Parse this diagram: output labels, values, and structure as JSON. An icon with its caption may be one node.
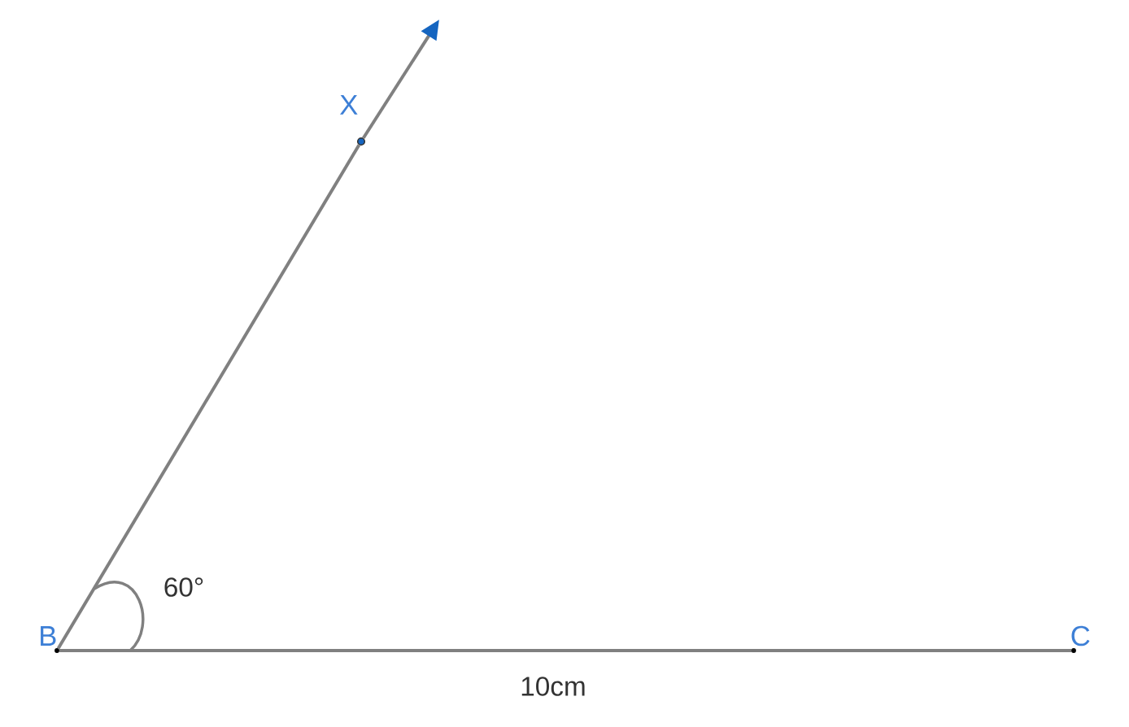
{
  "diagram": {
    "nodes": [
      {
        "text": [],
        "shape": "circle",
        "beside": [
          "B"
        ]
      },
      {
        "text": [],
        "shape": "circle",
        "beside": [
          "C"
        ]
      },
      {
        "text": [],
        "shape": "circle",
        "beside": [
          "X"
        ]
      }
    ],
    "edges": [
      {
        "from": 0,
        "to": 1,
        "arrow": "none",
        "label": "10cm"
      },
      {
        "from": 0,
        "to": 2,
        "arrow": "none"
      },
      {
        "from": 2,
        "to": null,
        "arrow": "to"
      }
    ],
    "labels": [
      "60°"
    ]
  }
}
